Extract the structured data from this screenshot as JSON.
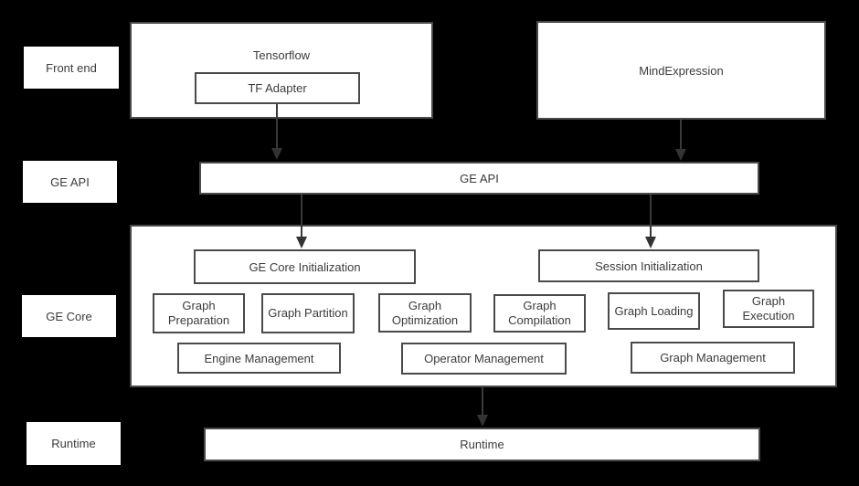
{
  "palette": {
    "background": "#000000",
    "box_fill": "#ffffff",
    "box_border": "#4a4a4a",
    "text": "#3b3b3b",
    "arrow": "#3a3a3a"
  },
  "side_labels": {
    "front_end": "Front end",
    "ge_api": "GE API",
    "ge_core": "GE Core",
    "runtime": "Runtime"
  },
  "front_end": {
    "tensorflow": "Tensorflow",
    "tf_adapter": "TF Adapter",
    "mind_expression": "MindExpression"
  },
  "ge_api_bar": {
    "label": "GE API"
  },
  "ge_core": {
    "ge_core_initialization": "GE Core Initialization",
    "session_initialization": "Session Initialization",
    "modules": [
      "Graph Preparation",
      "Graph Partition",
      "Graph Optimization",
      "Graph Compilation",
      "Graph Loading",
      "Graph Execution"
    ],
    "management": [
      "Engine Management",
      "Operator Management",
      "Graph Management"
    ]
  },
  "runtime_bar": {
    "label": "Runtime"
  }
}
